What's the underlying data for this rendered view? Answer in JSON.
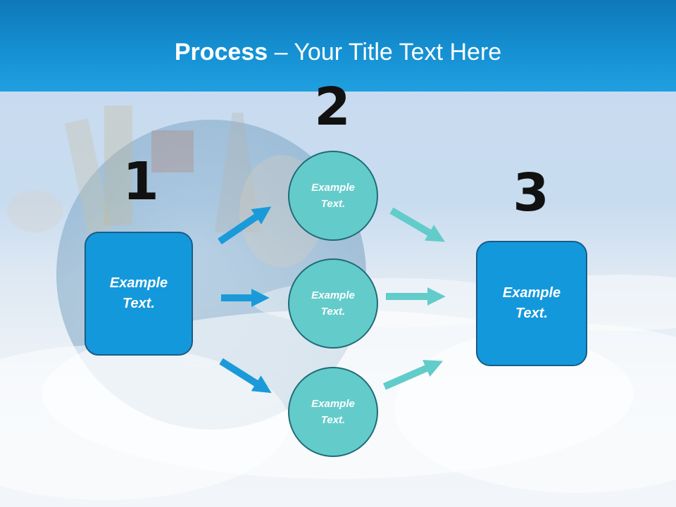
{
  "title": {
    "bold": "Process",
    "rest": " – Your Title Text Here"
  },
  "steps": [
    {
      "number": "1",
      "box_text": "Example\nText."
    },
    {
      "number": "2",
      "circles": [
        "Example\nText.",
        "Example\nText.",
        "Example\nText."
      ]
    },
    {
      "number": "3",
      "box_text": "Example\nText."
    }
  ],
  "colors": {
    "title_bar": "#1590d2",
    "box_fill": "#1498dc",
    "circle_fill": "#63cccb",
    "arrow_blue": "#1a9ad9",
    "arrow_teal": "#62cccb"
  }
}
